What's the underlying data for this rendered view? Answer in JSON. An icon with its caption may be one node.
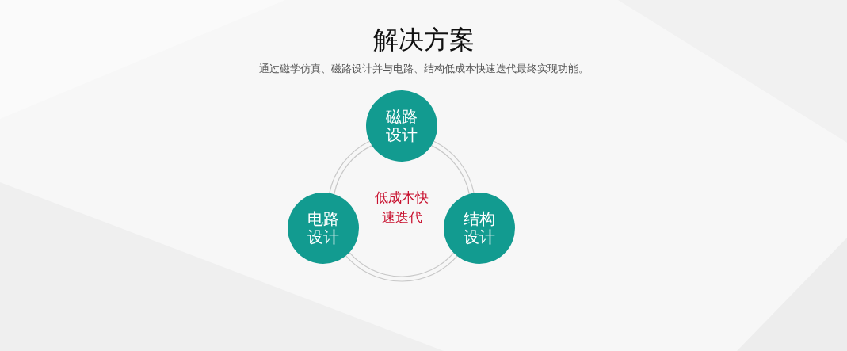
{
  "diagram": {
    "title": "解决方案",
    "caption": "通过磁学仿真、磁路设计并与电路、结构低成本快速迭代最终实现功能。",
    "nodes": [
      {
        "text": [
          "磁路设计"
        ]
      },
      {
        "text": [
          "电路设计"
        ]
      },
      {
        "text": [
          "结构设计"
        ]
      }
    ],
    "edges": [
      {
        "from": 0,
        "to": 2,
        "arrow": "none"
      },
      {
        "from": 2,
        "to": 1,
        "arrow": "none"
      },
      {
        "from": 1,
        "to": 0,
        "arrow": "none"
      }
    ],
    "labels": [
      "低成本快速迭代"
    ]
  }
}
